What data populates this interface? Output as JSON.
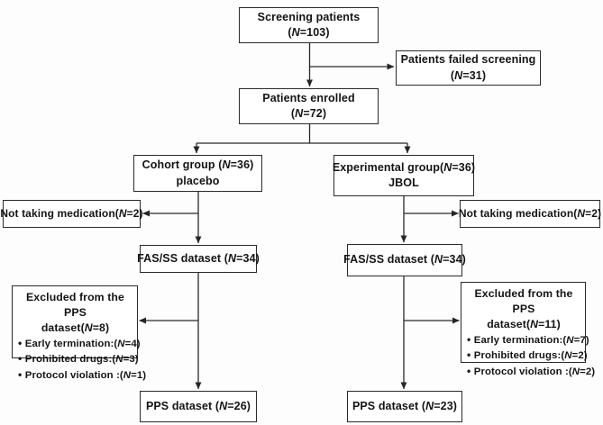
{
  "diagram": {
    "type": "flowchart",
    "description": "Patient screening and enrollment flow diagram (CONSORT-style)",
    "colors": {
      "line": "#262626",
      "box_background": "#ffffff",
      "text": "#141414"
    },
    "nodes": {
      "screening": {
        "line1": "Screening patients",
        "line2": "(N=103)"
      },
      "failed": {
        "line1": "Patients failed screening",
        "line2": "(N=31)"
      },
      "enrolled": {
        "line1": "Patients enrolled",
        "line2": "(N=72)"
      },
      "cohort": {
        "line1": "Cohort group (N=36)",
        "line2": "placebo"
      },
      "experimental": {
        "line1": "Experimental group(N=36)",
        "line2": "JBOL"
      },
      "not_taking_left": {
        "line1": "Not taking medication(N=2)"
      },
      "not_taking_right": {
        "line1": "Not taking medication(N=2)"
      },
      "fas_left": {
        "line1": "FAS/SS dataset (N=34)"
      },
      "fas_right": {
        "line1": "FAS/SS dataset (N=34)"
      },
      "excluded_left": {
        "title1": "Excluded from the PPS",
        "title2": "dataset(N=8)",
        "items": [
          "Early termination:(N=4)",
          "Prohibited drugs:(N=3)",
          "Protocol violation :(N=1)"
        ]
      },
      "excluded_right": {
        "title1": "Excluded from the PPS",
        "title2": "dataset(N=11)",
        "items": [
          "Early termination:(N=7)",
          "Prohibited drugs:(N=2)",
          "Protocol violation :(N=2)"
        ]
      },
      "pps_left": {
        "line1": "PPS dataset (N=26)"
      },
      "pps_right": {
        "line1": "PPS dataset (N=23)"
      }
    }
  }
}
